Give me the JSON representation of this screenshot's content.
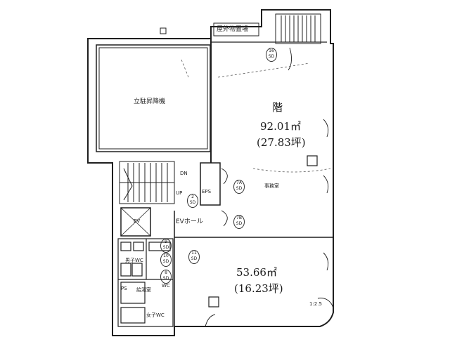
{
  "labels": {
    "outdoor_storage": "屋外物置場",
    "mech_parking": "立駐昇降機",
    "kai": "階",
    "area_upper": "92.01㎡",
    "tsubo_upper": "(27.83坪)",
    "office": "事務室",
    "ev_hall": "EVホール",
    "eps": "EPS",
    "ev": "EV",
    "area_lower": "53.66㎡",
    "tsubo_lower": "(16.23坪)",
    "wc": "WC",
    "kyutoshitsu": "給湯室",
    "mens_wc": "男子WC",
    "womens_wc": "女子WC",
    "ps": "PS",
    "up": "UP",
    "dn": "DN",
    "scale": "1:2.5",
    "sd_1": "16\nSD",
    "sd_2": "2\nSD",
    "sd_3": "7A\nSD",
    "sd_4": "7B\nSD",
    "sd_5": "9\nSD",
    "sd_6": "10\nSD",
    "sd_7": "11\nSD",
    "sd_8": "8\nSD"
  },
  "colors": {
    "line": "#1f1f1f",
    "fill": "#ffffff",
    "hatch": "#555555"
  }
}
